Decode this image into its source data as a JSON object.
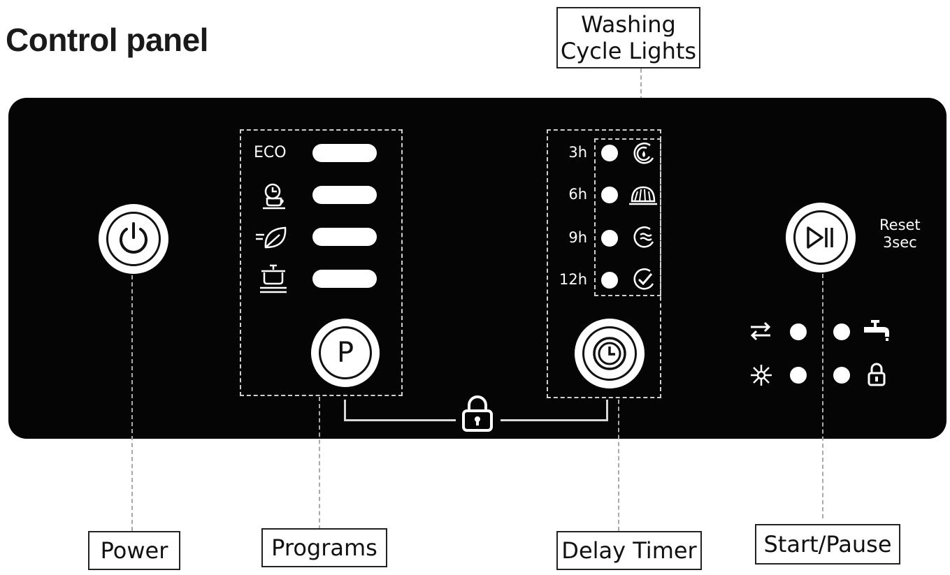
{
  "title": "Control panel",
  "callouts": {
    "washing_cycle_lights": "Washing\nCycle Lights",
    "power": "Power",
    "programs": "Programs",
    "delay_timer": "Delay Timer",
    "start_pause": "Start/Pause"
  },
  "programs": {
    "eco_label": "ECO",
    "button_label": "P",
    "items": [
      {
        "icon": "eco-text"
      },
      {
        "icon": "cup-plate-icon"
      },
      {
        "icon": "rapid-leaf-icon"
      },
      {
        "icon": "pot-icon"
      }
    ]
  },
  "delay_timer": {
    "hours": [
      "3h",
      "6h",
      "9h",
      "12h"
    ],
    "cycle_icons": [
      "prewash-icon",
      "wash-icon",
      "rinse-icon",
      "dry-icon"
    ]
  },
  "start_pause": {
    "reset_label": "Reset\n3sec"
  },
  "indicators": [
    "rinse-aid-icon",
    "water-tap-icon",
    "salt-icon",
    "child-lock-icon"
  ],
  "colors": {
    "panel": "#050505",
    "lights": "#ffffff"
  }
}
